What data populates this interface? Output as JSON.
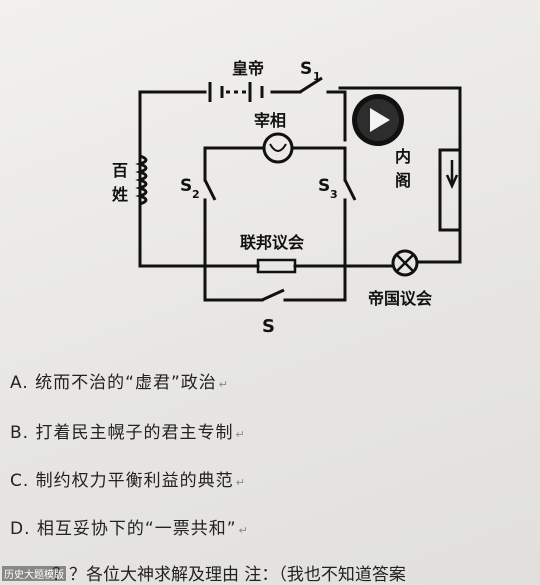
{
  "circuit": {
    "emperor": "皇帝",
    "s1_main": "S",
    "s1_sub": "1",
    "chancellor": "宰相",
    "cabinet": "内阁",
    "people": "百姓",
    "s2_left": "S",
    "s2_left_sub": "2",
    "s3_right": "S",
    "s3_right_sub": "3",
    "bundesrat": "联邦议会",
    "reichstag": "帝国议会",
    "switch_s": "S"
  },
  "options": [
    {
      "letter": "A",
      "text": ". 统而不治的“虚君”政治"
    },
    {
      "letter": "B",
      "text": ". 打着民主幌子的君主专制"
    },
    {
      "letter": "C",
      "text": ". 制约权力平衡利益的典范"
    },
    {
      "letter": "D",
      "text": ". 相互妥协下的“一票共和”"
    }
  ],
  "return_mark": "↵",
  "footer": {
    "text": "？？各位大神求解及理由    注：（我也不知道答案",
    "watermark": "历史大题模版"
  }
}
